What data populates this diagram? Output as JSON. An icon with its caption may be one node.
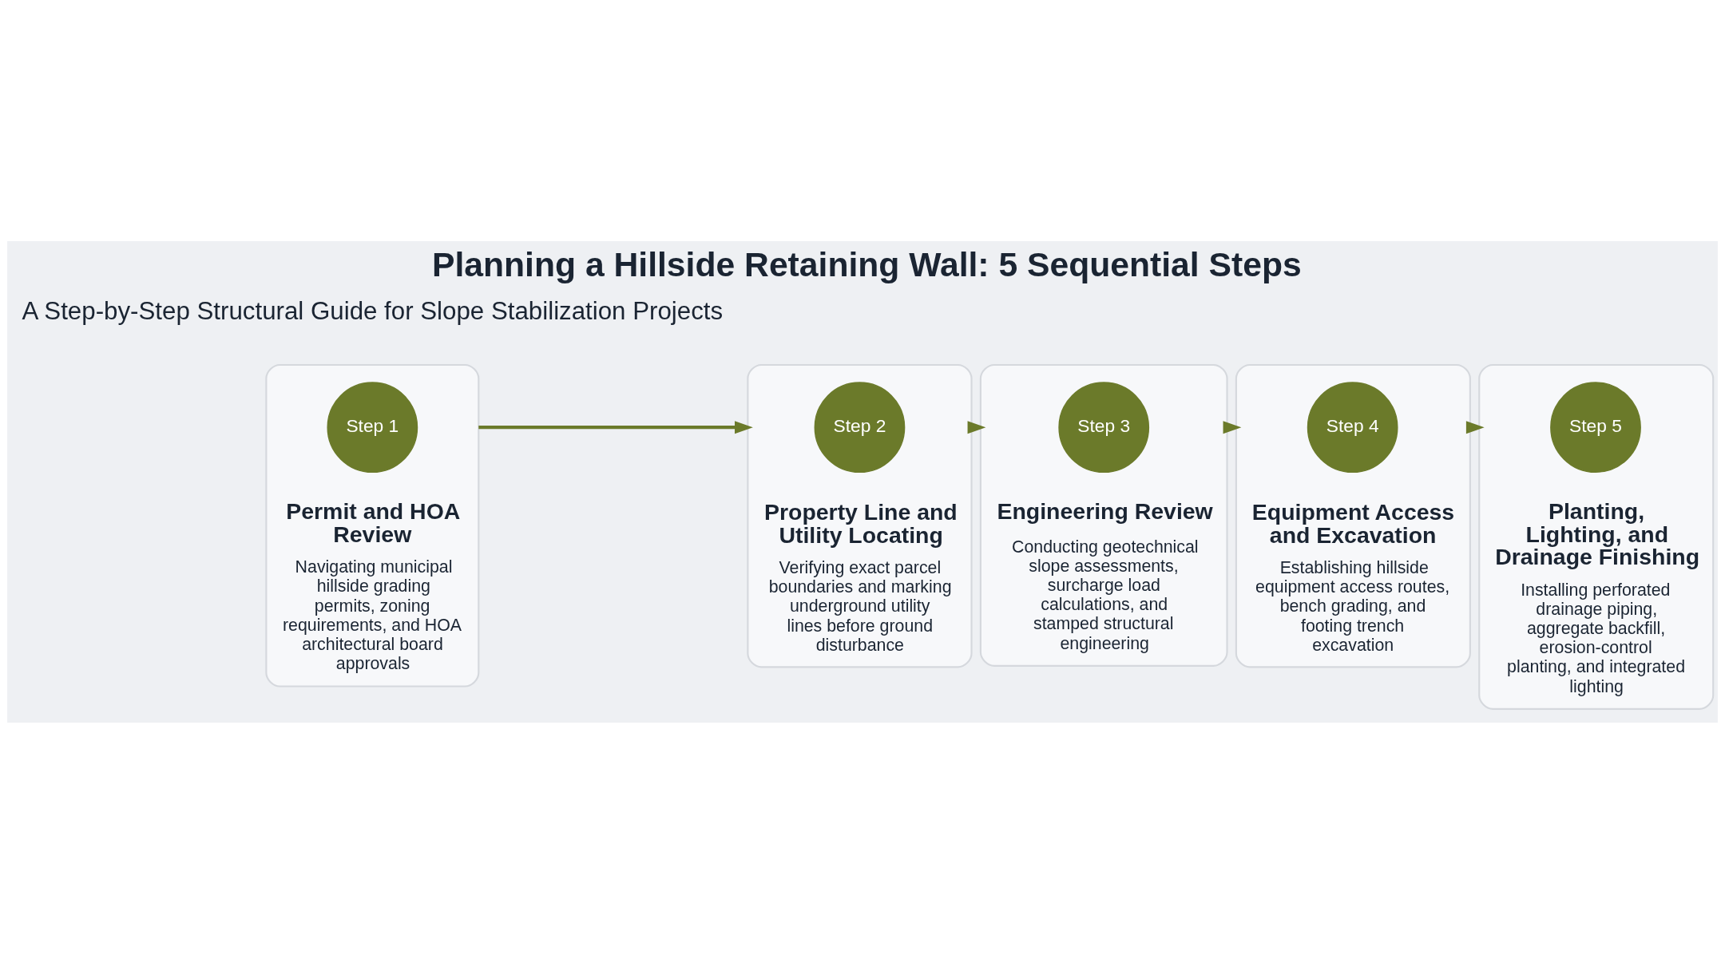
{
  "diagram": {
    "title": "Planning a Hillside Retaining Wall: 5 Sequential Steps",
    "nodes": [
      {
        "text": [
          "Permit and HOA Review",
          "Navigating municipal hillside grading permits, zoning requirements, and HOA architectural board approvals"
        ]
      },
      {
        "text": [
          "Step 1"
        ],
        "in": 0
      },
      {
        "text": [
          "Property Line and Utility Locating",
          "Verifying exact parcel boundaries and marking underground utility lines before ground disturbance"
        ]
      },
      {
        "text": [
          "Step 2"
        ],
        "in": 2
      },
      {
        "text": [
          "Engineering Review",
          "Conducting geotechnical slope assessments, surcharge load calculations, and stamped structural engineering"
        ]
      },
      {
        "text": [
          "Step 3"
        ],
        "in": 4
      },
      {
        "text": [
          "Equipment Access and Excavation",
          "Establishing hillside equipment access routes, bench grading, and footing trench excavation"
        ]
      },
      {
        "text": [
          "Step 4"
        ],
        "in": 6
      },
      {
        "text": [
          "Planting, Lighting, and Drainage Finishing",
          "Installing perforated drainage piping, aggregate backfill, erosion-control planting, and integrated lighting"
        ]
      },
      {
        "text": [
          "Step 5"
        ],
        "in": 8
      }
    ],
    "edges": [
      {
        "from": 0,
        "to": 2,
        "arrow": "to"
      },
      {
        "from": 2,
        "to": 4,
        "arrow": "to"
      },
      {
        "from": 4,
        "to": 6,
        "arrow": "to"
      },
      {
        "from": 6,
        "to": 8,
        "arrow": "to"
      }
    ],
    "labels": [
      "A Step-by-Step Structural Guide for Slope Stabilization Projects"
    ]
  }
}
